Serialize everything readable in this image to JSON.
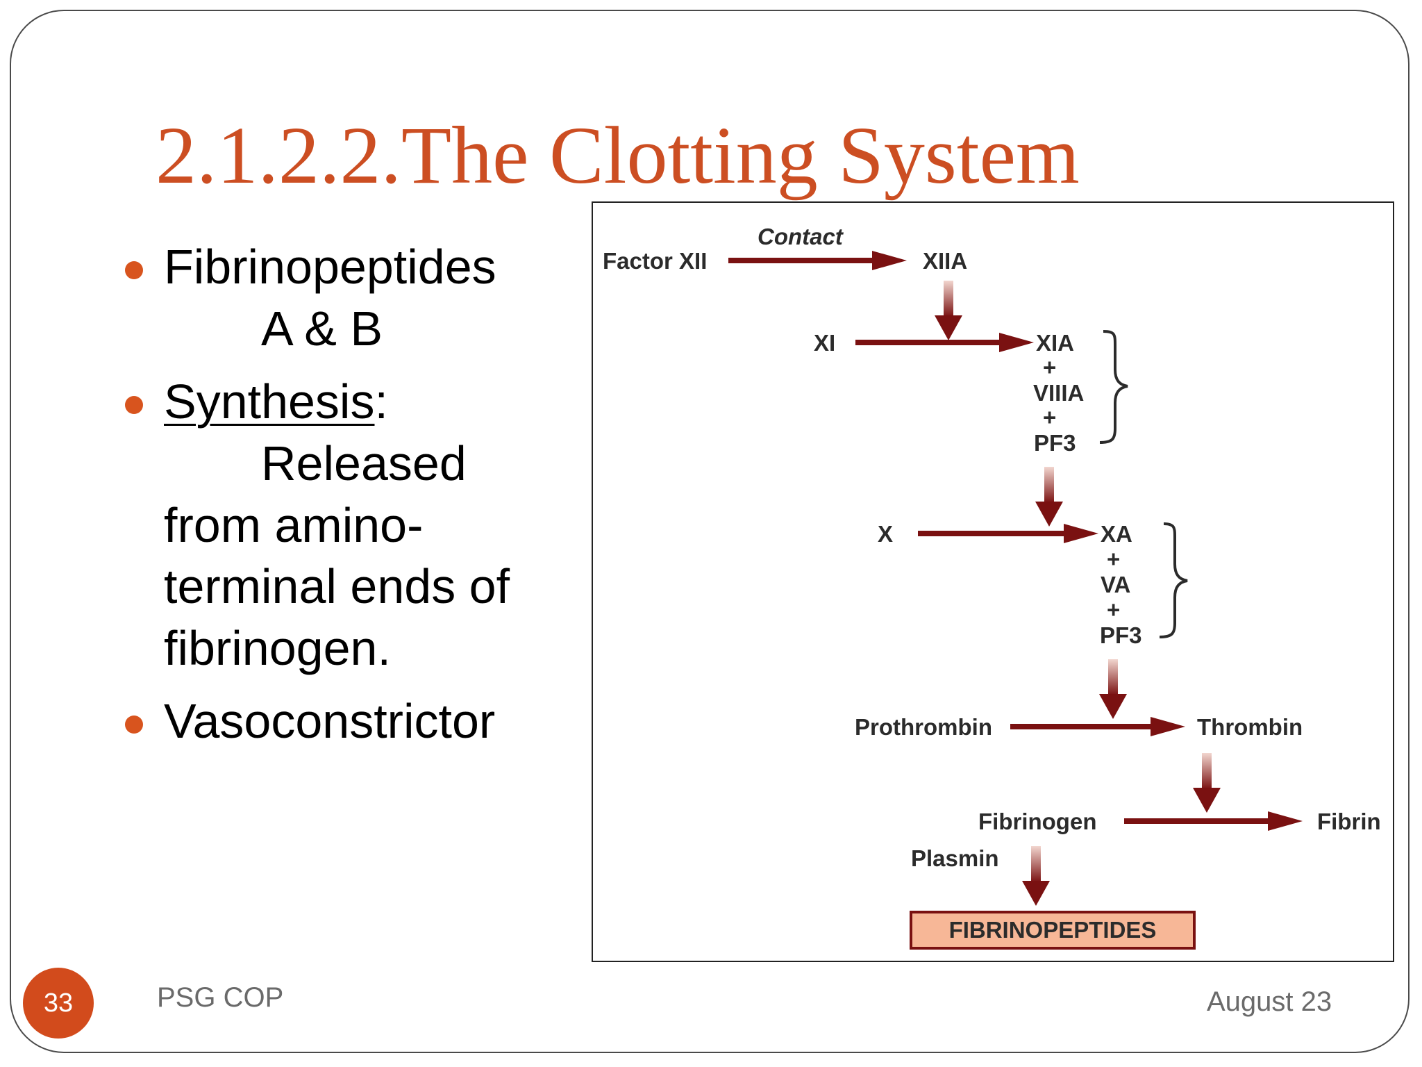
{
  "slide": {
    "title": "2.1.2.2.The Clotting System",
    "page_number": "33",
    "footer_left": "PSG COP",
    "footer_right": "August 23"
  },
  "bullets": {
    "b1_line1": "Fibrinopeptides",
    "b1_line2": "A & B",
    "b2_heading": "Synthesis",
    "b2_colon": ":",
    "b2_line1": "Released",
    "b2_line2": "from amino-",
    "b2_line3": "terminal ends of",
    "b2_line4": "fibrinogen.",
    "b3_line1": "Vasoconstrictor"
  },
  "diagram": {
    "contact": "Contact",
    "factor_xii": "Factor XII",
    "xiia": "XIIA",
    "xi": "XI",
    "xia": "XIA",
    "plus": "+",
    "viiia": "VIIIA",
    "pf3": "PF3",
    "x": "X",
    "xa": "XA",
    "va": "VA",
    "prothrombin": "Prothrombin",
    "thrombin": "Thrombin",
    "fibrinogen": "Fibrinogen",
    "fibrin": "Fibrin",
    "plasmin": "Plasmin",
    "fibrinopeptides": "FIBRINOPEPTIDES",
    "colors": {
      "arrow": "#7a1111",
      "box_fill": "#f7b797",
      "box_border": "#7a1111"
    }
  }
}
